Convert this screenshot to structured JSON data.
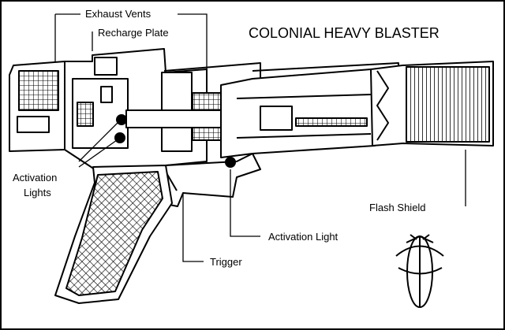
{
  "title": "COLONIAL HEAVY BLASTER",
  "labels": {
    "exhaust_vents": "Exhaust Vents",
    "recharge_plate": "Recharge Plate",
    "activation_lights_1": "Activation",
    "activation_lights_2": "Lights",
    "flash_shield": "Flash Shield",
    "activation_light": "Activation Light",
    "trigger": "Trigger"
  },
  "colors": {
    "ink": "#000000",
    "paper": "#ffffff"
  }
}
